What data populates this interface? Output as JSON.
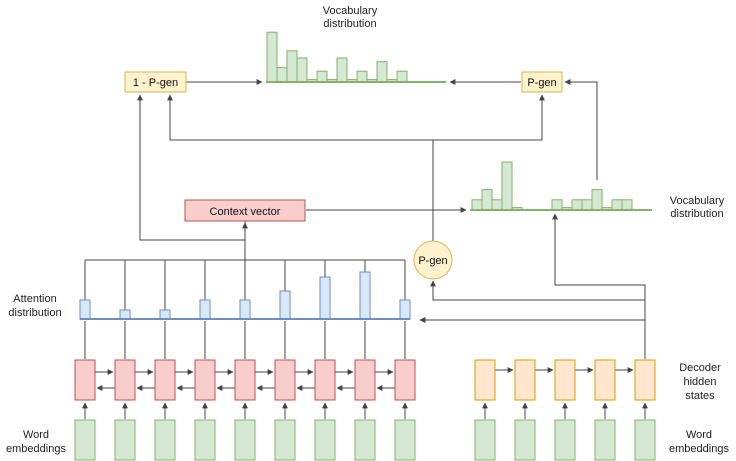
{
  "labels": {
    "vocab_top": [
      "Vocabulary",
      "distribution"
    ],
    "vocab_right": [
      "Vocabulary",
      "distribution"
    ],
    "attention": [
      "Attention",
      "distribution"
    ],
    "decoder": [
      "Decoder",
      "hidden",
      "states"
    ],
    "word_left": [
      "Word",
      "embeddings"
    ],
    "word_right": [
      "Word",
      "embeddings"
    ]
  },
  "boxes": {
    "one_minus_pgen": "1 - P-gen",
    "pgen_top": "P-gen",
    "context": "Context vector",
    "pgen_circle": "P-gen"
  },
  "colors": {
    "green_fill": "#d5e8d4",
    "green_stroke": "#82b366",
    "red_fill": "#f8cecc",
    "red_stroke": "#b85450",
    "orange_fill": "#ffe6cc",
    "orange_stroke": "#d79b00",
    "yellow_fill": "#fff2cc",
    "yellow_stroke": "#d6b656",
    "blue_fill": "#dae8fc",
    "blue_stroke": "#6c8ebf",
    "line": "#444444"
  },
  "attention_weights": [
    0.19,
    0.09,
    0.09,
    0.19,
    0.19,
    0.28,
    0.42,
    0.47,
    0.19
  ],
  "vocab_top_weights": [
    0.83,
    0.24,
    0.52,
    0.4,
    0.04,
    0.18,
    0.04,
    0.4,
    0.04,
    0.18,
    0.04,
    0.34,
    0.04,
    0.18
  ],
  "vocab_right_weights": [
    0.17,
    0.34,
    0.17,
    0.8,
    0.04,
    0.17,
    0.04,
    0.17,
    0.17,
    0.34,
    0.04,
    0.17,
    0.17
  ]
}
